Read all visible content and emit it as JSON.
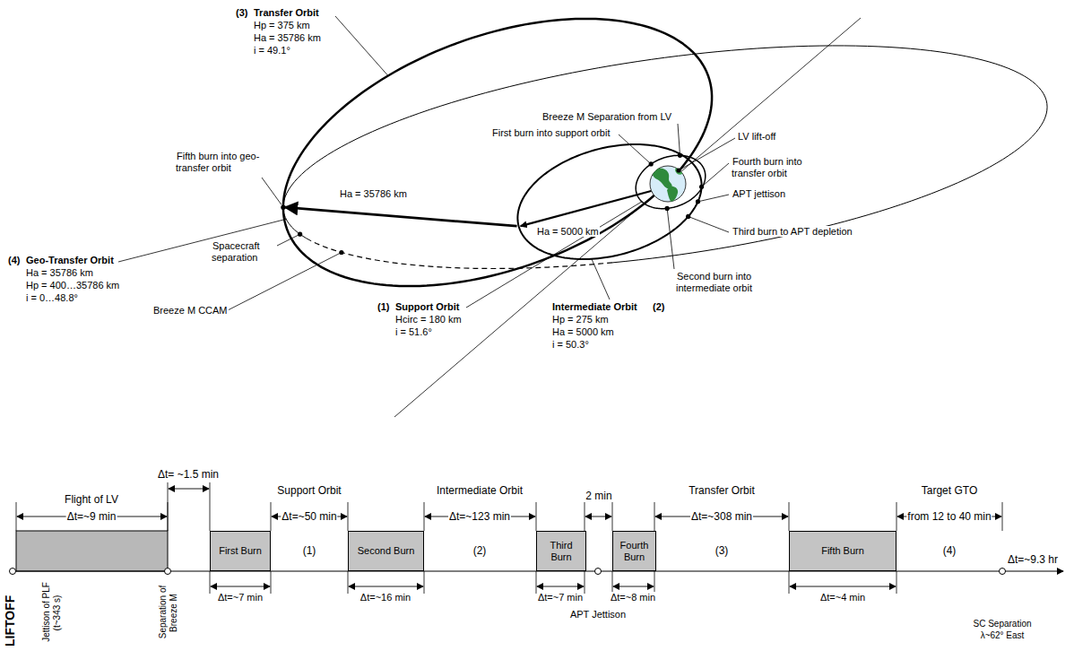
{
  "diagram": {
    "nodes": [
      {
        "text": [
          "First Burn"
        ]
      },
      {
        "text": [
          "Second Burn"
        ]
      },
      {
        "text": [
          "Third Burn"
        ]
      },
      {
        "text": [
          "Fourth Burn"
        ]
      },
      {
        "text": [
          "Fifth Burn"
        ]
      }
    ],
    "labels": [
      "(3)",
      "Transfer Orbit",
      "Hp = 375 km",
      "Ha = 35786 km",
      "i = 49.1°",
      "Breeze M Separation from LV",
      "First burn into support orbit",
      "LV lift-off",
      "Fourth burn into transfer orbit",
      "APT jettison",
      "Third burn to APT depletion",
      "Second burn into intermediate orbit",
      "(1)",
      "Support Orbit",
      "Hcirc = 180 km",
      "i = 51.6°",
      "Intermediate Orbit",
      "(2)",
      "Hp = 275 km",
      "Ha = 5000 km",
      "i = 50.3°",
      "Ha = 5000 km",
      "Ha = 35786 km",
      "Fifth burn into geo-transfer orbit",
      "Spacecraft separation",
      "(4)",
      "Geo-Transfer Orbit",
      "Ha = 35786 km",
      "Hp = 400…35786 km",
      "i = 0…48.8°",
      "Breeze M CCAM",
      "Flight of LV",
      "Δt=~9 min",
      "Δt= ~1.5 min",
      "Support Orbit",
      "Δt=~50 min",
      "Intermediate Orbit",
      "Δt=~123 min",
      "2 min",
      "Transfer Orbit",
      "Δt=~308 min",
      "Target GTO",
      "from 12 to 40 min",
      "(1)",
      "(2)",
      "(3)",
      "(4)",
      "Δt=~7 min",
      "Δt=~16 min",
      "Δt=~7 min",
      "Δt=~8 min",
      "Δt=~4 min",
      "APT Jettison",
      "Δt=~9.3 hr",
      "SC Separation",
      "λ~62° East",
      "LIFTOFF",
      "Jettison of PLF (t~343 s)",
      "Separation of Breeze M"
    ]
  }
}
